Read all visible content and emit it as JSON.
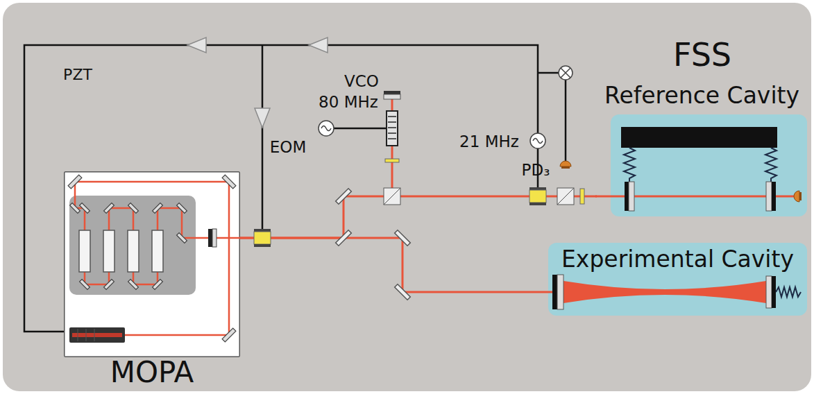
{
  "diagram": {
    "nodes": [
      {
        "text": [
          "FSS"
        ]
      },
      {
        "text": [
          "Reference Cavity"
        ],
        "in": 0
      },
      {
        "text": [
          "MOPA"
        ],
        "in": 0
      },
      {
        "text": [
          "Experimental Cavity"
        ],
        "in": 0
      }
    ],
    "edges": [
      {
        "from": 2,
        "to": 1,
        "arrow": "none"
      },
      {
        "from": 2,
        "to": 3,
        "arrow": "none"
      }
    ],
    "labels": [
      "PZT",
      "VCO",
      "80 MHz",
      "EOM",
      "21 MHz",
      "PD₃"
    ]
  }
}
